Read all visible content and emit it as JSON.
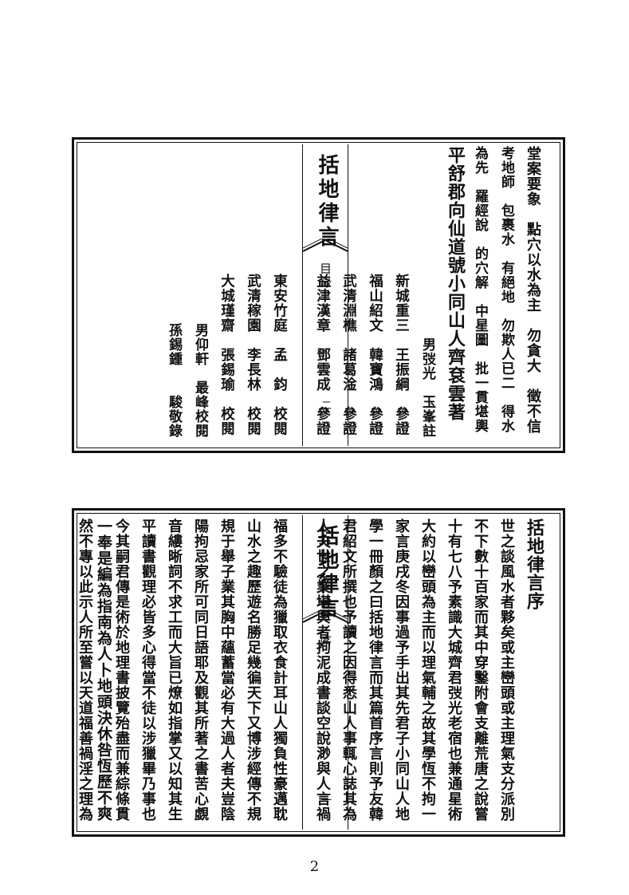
{
  "top_block": {
    "content_columns": [
      "堂案要象　點穴以水為主　勿貪大　徵不信",
      "考地師　包裹水　有絕地　勿欺人已二　得水",
      "為先　羅經說　的穴解　中星圖　批一貫堪輿",
      "平舒郡向仙道號小同山人齊袞雲著"
    ],
    "banner": {
      "title": "括地律言",
      "section": "目錄",
      "leaf": "二"
    },
    "credit_columns": [
      "男弢光　玉峯註",
      "新城重三　王振綱　參證",
      "福山紹文　韓寶鴻　參證",
      "武清淵樵　諸葛淦　參證",
      "益津漢章　鄧雲成　參證",
      "東安竹庭　孟　鈞　校閱",
      "武清稼園　李長林　校閱",
      "大城瑾齋　張錫瑜　校閱",
      "男仰軒　最峰校閱",
      "孫錫鍾　　駿敬錄"
    ]
  },
  "bottom_block": {
    "preface_columns": [
      "括地律言序",
      "世之談風水者夥矣或主巒頭或主理氣支分派別",
      "不下數十百家而其中穿鑿附會支離荒唐之說嘗",
      "十有七八予素識大城齊君弢光老宿也兼通星術",
      "大約以巒頭為主而以理氣輔之故其學恆不拘一",
      "家言庚戌冬因事過予手出其先君子小同山人地",
      "學一冊顏之曰括地律言而其篇首序言則予友韓",
      "君紹文所撰也予讀之因得悉山人事輒心誌其為",
      "人夫世之業堪輿者拘泥成書談空說渺與人言禍"
    ],
    "banner": {
      "title": "括地律言",
      "section": "序",
      "leaf": "一"
    },
    "preface_columns_2": [
      "福多不驗徒為獵取衣食計耳山人獨負性豪邁耽",
      "山水之趣歷遊名勝足幾徧天下又博涉經傳不規",
      "規于舉子業其胸中蘊蓄當必有大過人者夫豈陰",
      "陽拘忌家所可同日語耶及觀其所著之書苦心覷",
      "音縷晰詞不求工而大旨已燎如指掌又以知其生",
      "平讀書觀理必皆多心得當不徒以涉獵畢乃事也",
      "今其嗣君傳是術於地理書披覽殆盡而兼綜條貫",
      "一奉是編為指南為人卜地頭決休咎恆歷不爽",
      "然不專以此示人所至嘗以天道福善禍淫之理為"
    ]
  },
  "page_number": "2"
}
